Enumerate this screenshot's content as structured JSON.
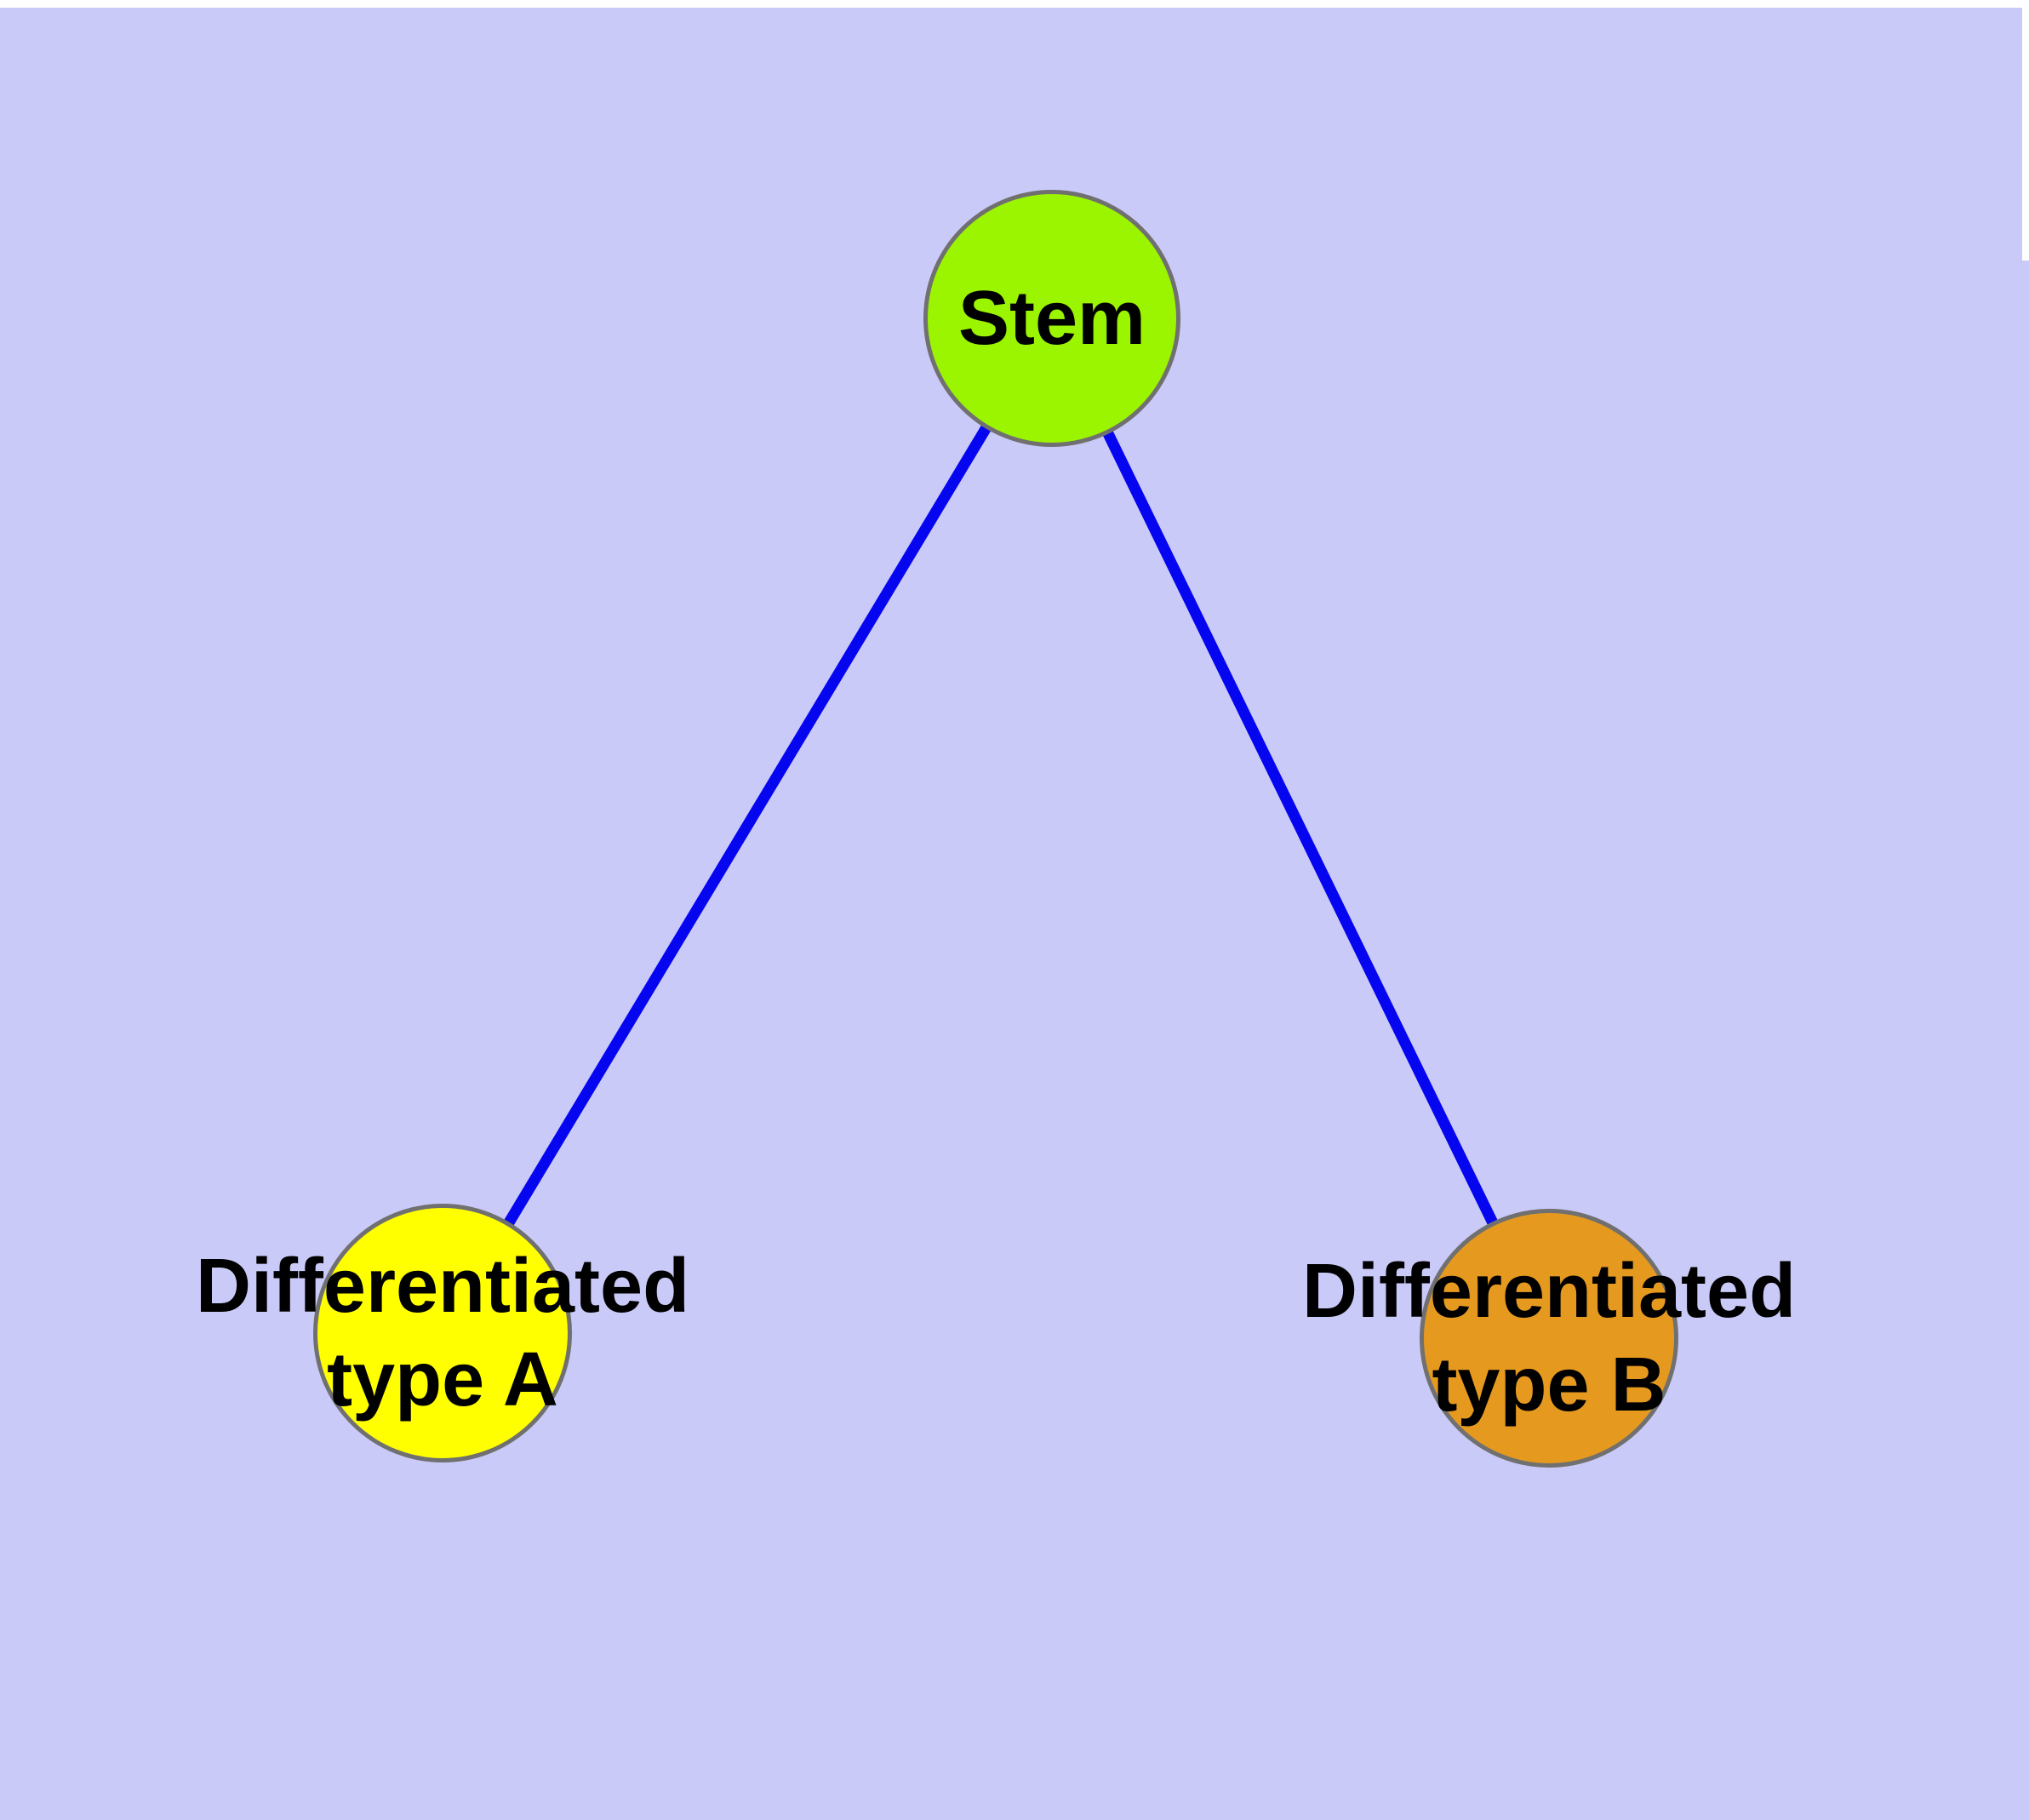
{
  "diagram": {
    "background": "#CACAF8",
    "frame_color": "#FFFFFF",
    "nodes": [
      {
        "id": "stem",
        "label": "Stem",
        "fill": "#9BF400",
        "border": "#707070",
        "text_color": "#000000"
      },
      {
        "id": "differentiated-type-a",
        "label": "Differentiated\ntype A",
        "fill": "#FFFF00",
        "border": "#707070",
        "text_color": "#000000"
      },
      {
        "id": "differentiated-type-b",
        "label": "Differentiated\ntype B",
        "fill": "#E6991F",
        "border": "#707070",
        "text_color": "#000000"
      }
    ],
    "edges": [
      {
        "from": "stem",
        "to": "differentiated-type-a",
        "color": "#0505F0"
      },
      {
        "from": "stem",
        "to": "differentiated-type-b",
        "color": "#0505F0"
      }
    ]
  }
}
